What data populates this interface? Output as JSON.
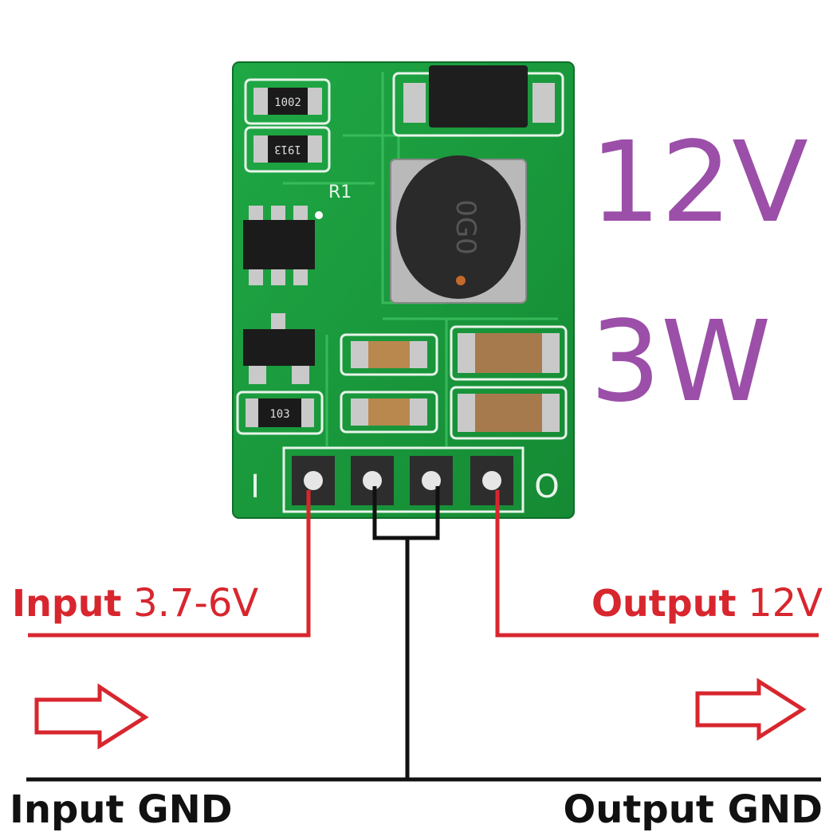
{
  "board": {
    "silkscreen": {
      "r1": "R1",
      "in_pin": "I",
      "out_pin": "O",
      "res1": "1002",
      "res2": "1913",
      "res3": "103",
      "inductor": "0G0"
    }
  },
  "spec": {
    "voltage": "12V",
    "power": "3W"
  },
  "labels": {
    "input_word": "Input",
    "input_value": "3.7-6V",
    "output_word": "Output",
    "output_value": "12V",
    "input_gnd": "Input GND",
    "output_gnd": "Output GND"
  },
  "colors": {
    "pcb": "#1a9a3c",
    "spec_text": "#9b4fa8",
    "wire_red": "#d8262e",
    "wire_black": "#111111"
  }
}
